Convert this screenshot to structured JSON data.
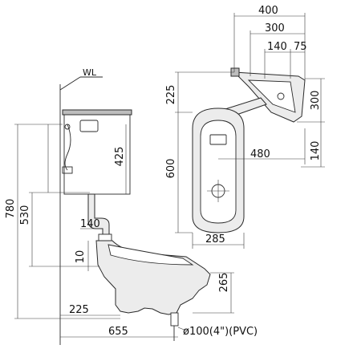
{
  "labels": {
    "water_level": "WL",
    "pipe_spec": "ø100(4\")(PVC)"
  },
  "dimensions": {
    "top_400": "400",
    "top_300": "300",
    "top_140": "140",
    "top_75": "75",
    "right_300": "300",
    "right_140": "140",
    "plan_225": "225",
    "plan_600": "600",
    "plan_480": "480",
    "plan_285": "285",
    "side_780": "780",
    "side_530": "530",
    "side_425": "425",
    "side_140": "140",
    "side_10": "10",
    "side_265": "265",
    "side_225": "225",
    "side_655": "655"
  }
}
